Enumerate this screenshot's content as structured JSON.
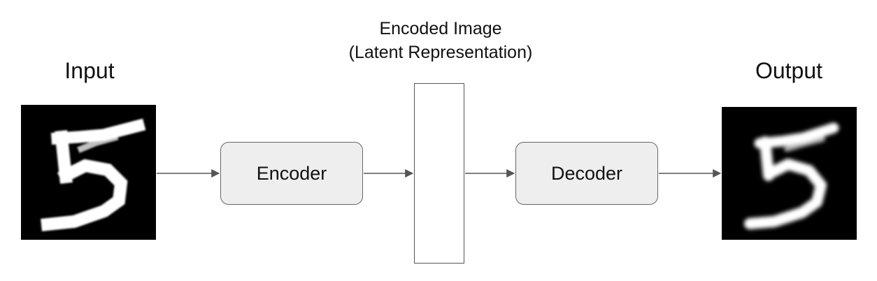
{
  "diagram": {
    "input_label": "Input",
    "output_label": "Output",
    "encoder_label": "Encoder",
    "decoder_label": "Decoder",
    "latent_title": "Encoded Image",
    "latent_subtitle": "(Latent Representation)",
    "colors": {
      "background": "#ffffff",
      "text": "#111111",
      "box_fill": "#eeeeee",
      "box_border": "#666666",
      "arrow": "#555555",
      "image_background": "#000000",
      "digit": "#ffffff"
    },
    "icons": {
      "input": "digit-five-input-icon",
      "output": "digit-five-output-icon"
    }
  }
}
